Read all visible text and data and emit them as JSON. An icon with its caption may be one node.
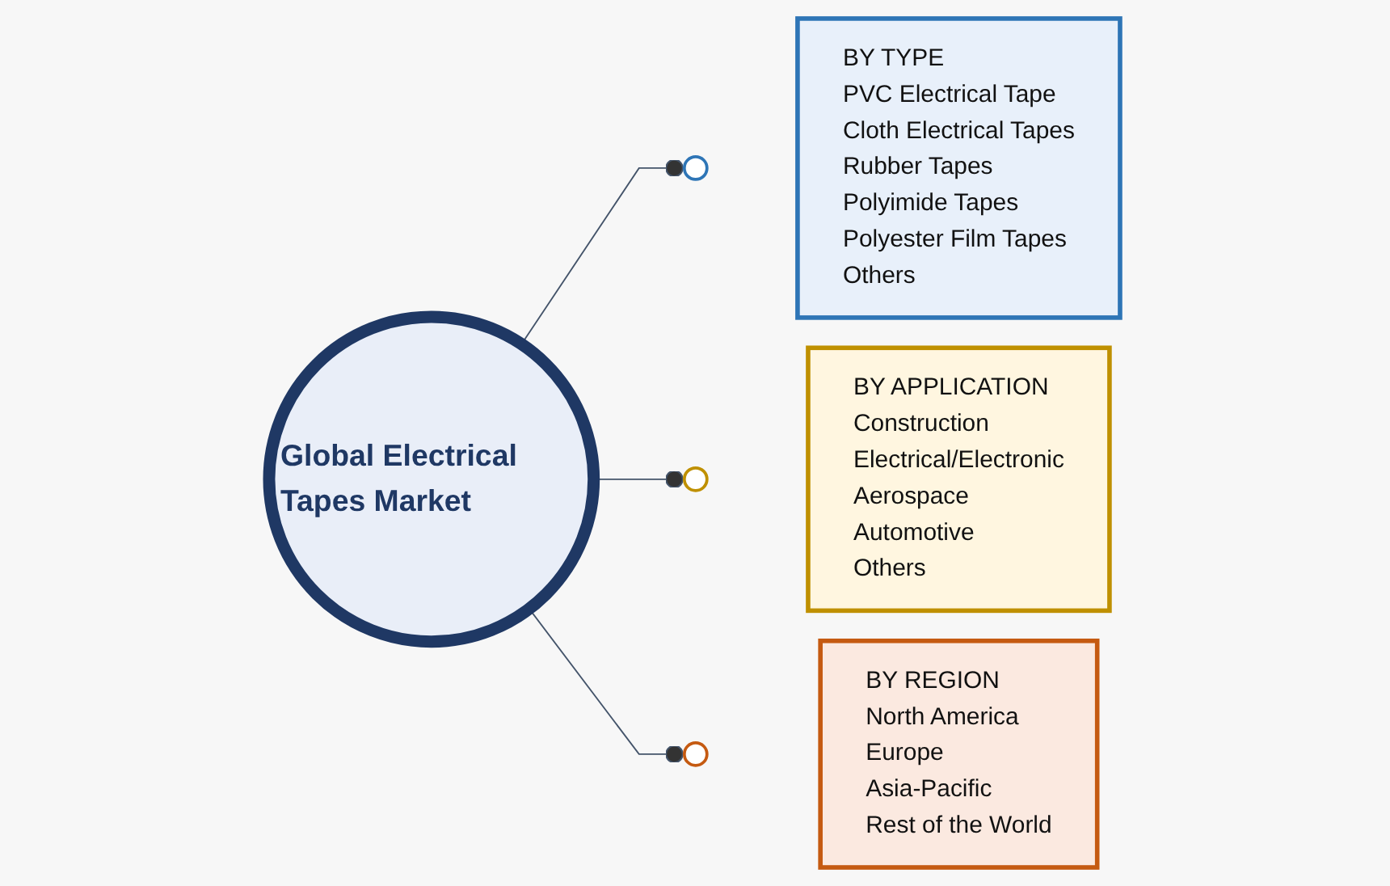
{
  "diagram": {
    "nodes": [
      {
        "text": [
          "Global Electrical Tapes Market"
        ]
      },
      {
        "text": [],
        "shape": "circle"
      },
      {
        "text": [
          "BY TYPE",
          "PVC Electrical Tape",
          "Cloth Electrical Tapes",
          "Rubber Tapes",
          "Polyimide Tapes",
          "Polyester Film Tapes",
          "Others"
        ]
      },
      {
        "text": [],
        "shape": "circle"
      },
      {
        "text": [
          "BY APPLICATION",
          "Construction",
          "Electrical/Electronic",
          "Aerospace",
          "Automotive",
          "Others"
        ]
      },
      {
        "text": [],
        "shape": "circle"
      },
      {
        "text": [
          "BY REGION",
          "North America",
          "Europe",
          "Asia-Pacific",
          "Rest of the World"
        ]
      }
    ],
    "edges": [
      {
        "from": 0,
        "to": 1,
        "arrow": "other"
      },
      {
        "from": 0,
        "to": 3,
        "arrow": "other"
      },
      {
        "from": 0,
        "to": 5,
        "arrow": "other"
      }
    ]
  }
}
